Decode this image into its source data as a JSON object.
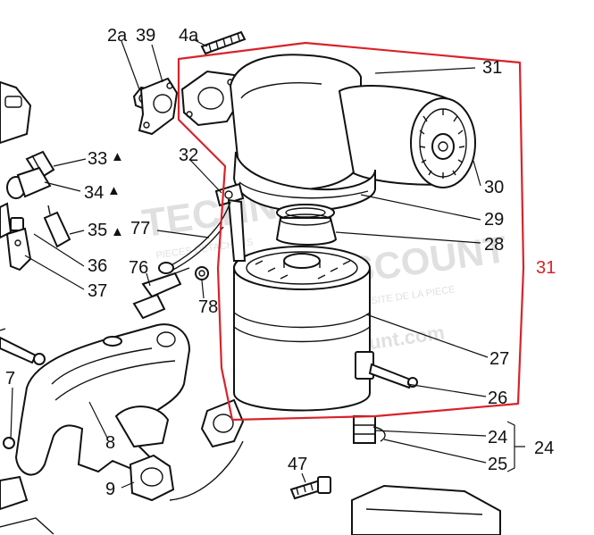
{
  "colors": {
    "group_outline": "#d8232a",
    "ink": "#111111",
    "watermark": "#bdbdbd"
  },
  "watermark": {
    "brand_a": "TECHNIC",
    "brand_b": "DISCOUNT",
    "tagline": "PIECES DETACHEES",
    "tagline_b": "LE SITE DE LA PIECE",
    "url": "technidiscount.com"
  },
  "labels": {
    "l2a": "2a",
    "l39": "39",
    "l4a": "4a",
    "l31_top": "31",
    "l33": "33",
    "l34": "34",
    "l35": "35",
    "l32": "32",
    "l77": "77",
    "l36": "36",
    "l37": "37",
    "l76": "76",
    "l78": "78",
    "l30": "30",
    "l29": "29",
    "l28": "28",
    "l31_group": "31",
    "l27": "27",
    "l26": "26",
    "l7": "7",
    "l8": "8",
    "l9": "9",
    "l47": "47",
    "l24": "24",
    "l24_group": "24",
    "l25": "25"
  },
  "markers": {
    "triangle": "▲"
  }
}
